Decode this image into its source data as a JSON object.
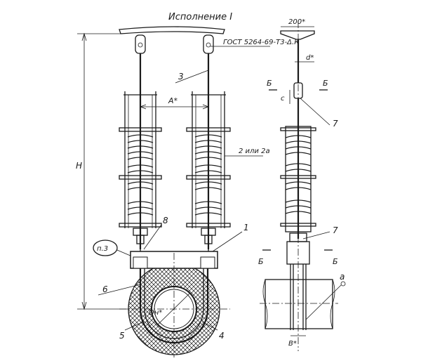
{
  "title": "Исполнение I",
  "standard_ref": "ГОСТ 5264-69-Т3-Δ.К",
  "section_label": "Б",
  "labels": {
    "dim_top_width": "200*",
    "dim_d": "d*",
    "dim_A": "A*",
    "dim_H": "H",
    "dim_c": "c",
    "dim_Dn": "Dн*",
    "dim_B": "B*",
    "item_note": "п.3",
    "part_1": "1",
    "part_3": "3",
    "part_4": "4",
    "part_5": "5",
    "part_6": "6",
    "part_7": "7",
    "part_8": "8",
    "part_a": "a",
    "rods_note": "2 или 2а"
  },
  "colors": {
    "ink": "#1a1a1a",
    "paper": "#ffffff"
  }
}
